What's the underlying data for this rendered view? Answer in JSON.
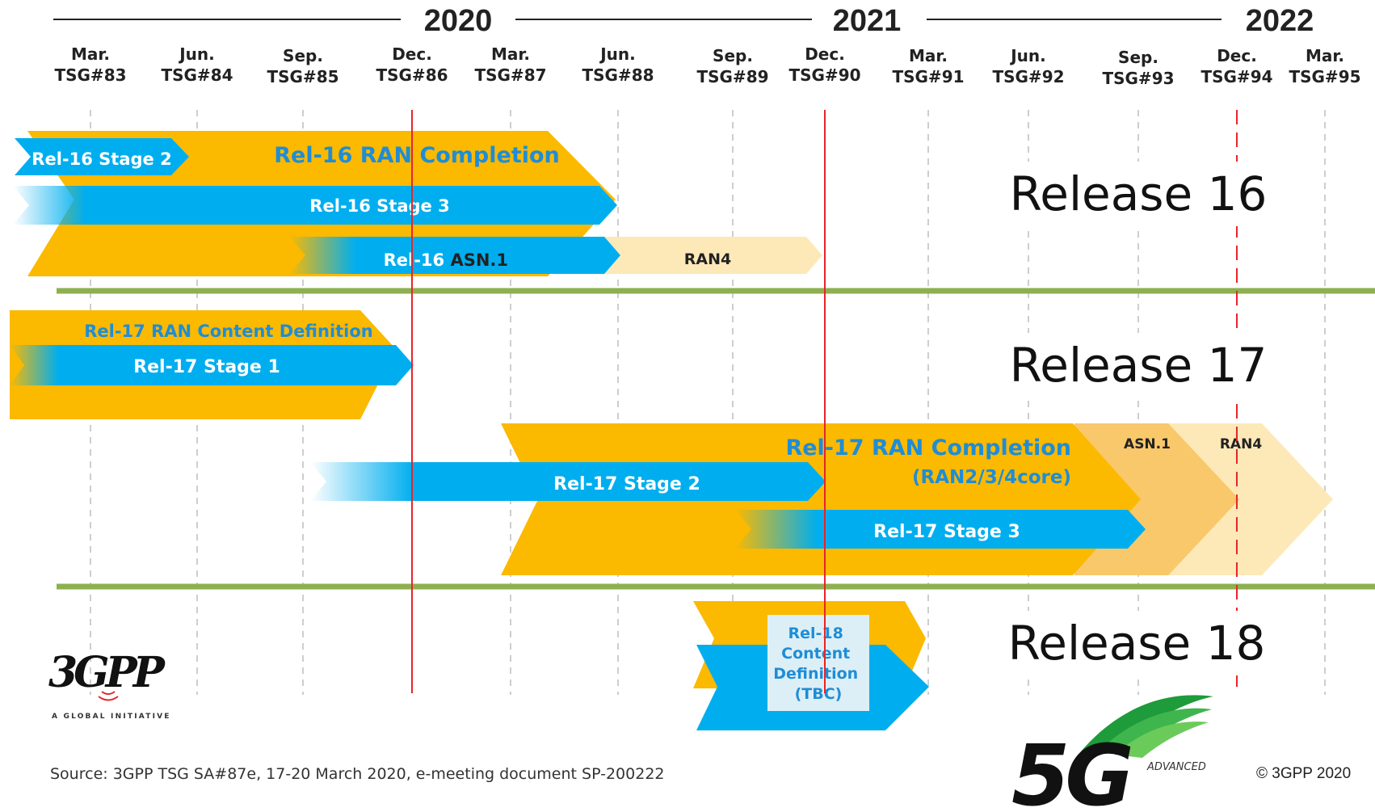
{
  "years": [
    {
      "label": "2020"
    },
    {
      "label": "2021"
    },
    {
      "label": "2022"
    }
  ],
  "meetings": [
    {
      "month": "Mar.",
      "tsg": "TSG#83"
    },
    {
      "month": "Jun.",
      "tsg": "TSG#84"
    },
    {
      "month": "Sep.",
      "tsg": "TSG#85"
    },
    {
      "month": "Dec.",
      "tsg": "TSG#86"
    },
    {
      "month": "Mar.",
      "tsg": "TSG#87"
    },
    {
      "month": "Jun.",
      "tsg": "TSG#88"
    },
    {
      "month": "Sep.",
      "tsg": "TSG#89"
    },
    {
      "month": "Dec.",
      "tsg": "TSG#90"
    },
    {
      "month": "Mar.",
      "tsg": "TSG#91"
    },
    {
      "month": "Jun.",
      "tsg": "TSG#92"
    },
    {
      "month": "Sep.",
      "tsg": "TSG#93"
    },
    {
      "month": "Dec.",
      "tsg": "TSG#94"
    },
    {
      "month": "Mar.",
      "tsg": "TSG#95"
    }
  ],
  "freeze_meetings": [
    "TSG#86",
    "TSG#90",
    "TSG#94"
  ],
  "colors": {
    "orange": "#FBB900",
    "blue": "#00AEEF",
    "light_orange": "#F9C86A",
    "cream": "#FDE9B8",
    "green_divider": "#8DB050",
    "freeze_red": "#E8242B",
    "grid_gray": "#BDBDBD",
    "label_blue": "#1F8DD6"
  },
  "releases": [
    {
      "title": "Release 16"
    },
    {
      "title": "Release 17"
    },
    {
      "title": "Release 18"
    }
  ],
  "bars": {
    "rel16_ran_completion": "Rel-16 RAN Completion",
    "rel16_stage2": "Rel-16 Stage 2",
    "rel16_stage3": "Rel-16 Stage 3",
    "rel16_asn1_prefix": "Rel-16",
    "rel16_asn1_suffix": "ASN.1",
    "rel16_ran4": "RAN4",
    "rel17_ran_content": "Rel-17 RAN Content Definition",
    "rel17_stage1": "Rel-17 Stage 1",
    "rel17_ran_completion": "Rel-17 RAN Completion",
    "rel17_ran_completion_sub": "(RAN2/3/4core)",
    "rel17_asn1": "ASN.1",
    "rel17_ran4": "RAN4",
    "rel17_stage2": "Rel-17 Stage 2",
    "rel17_stage3": "Rel-17 Stage 3",
    "rel18_content_lines": [
      "Rel-18",
      "Content",
      "Definition",
      "(TBC)"
    ]
  },
  "footer": {
    "source": "Source: 3GPP TSG SA#87e, 17-20 March 2020, e-meeting document SP-200222",
    "copyright": "© 3GPP 2020",
    "logo_3gpp": "3GPP",
    "logo_3gpp_tagline": "A GLOBAL INITIATIVE",
    "logo_5g": "5G",
    "logo_5g_sub": "ADVANCED"
  }
}
